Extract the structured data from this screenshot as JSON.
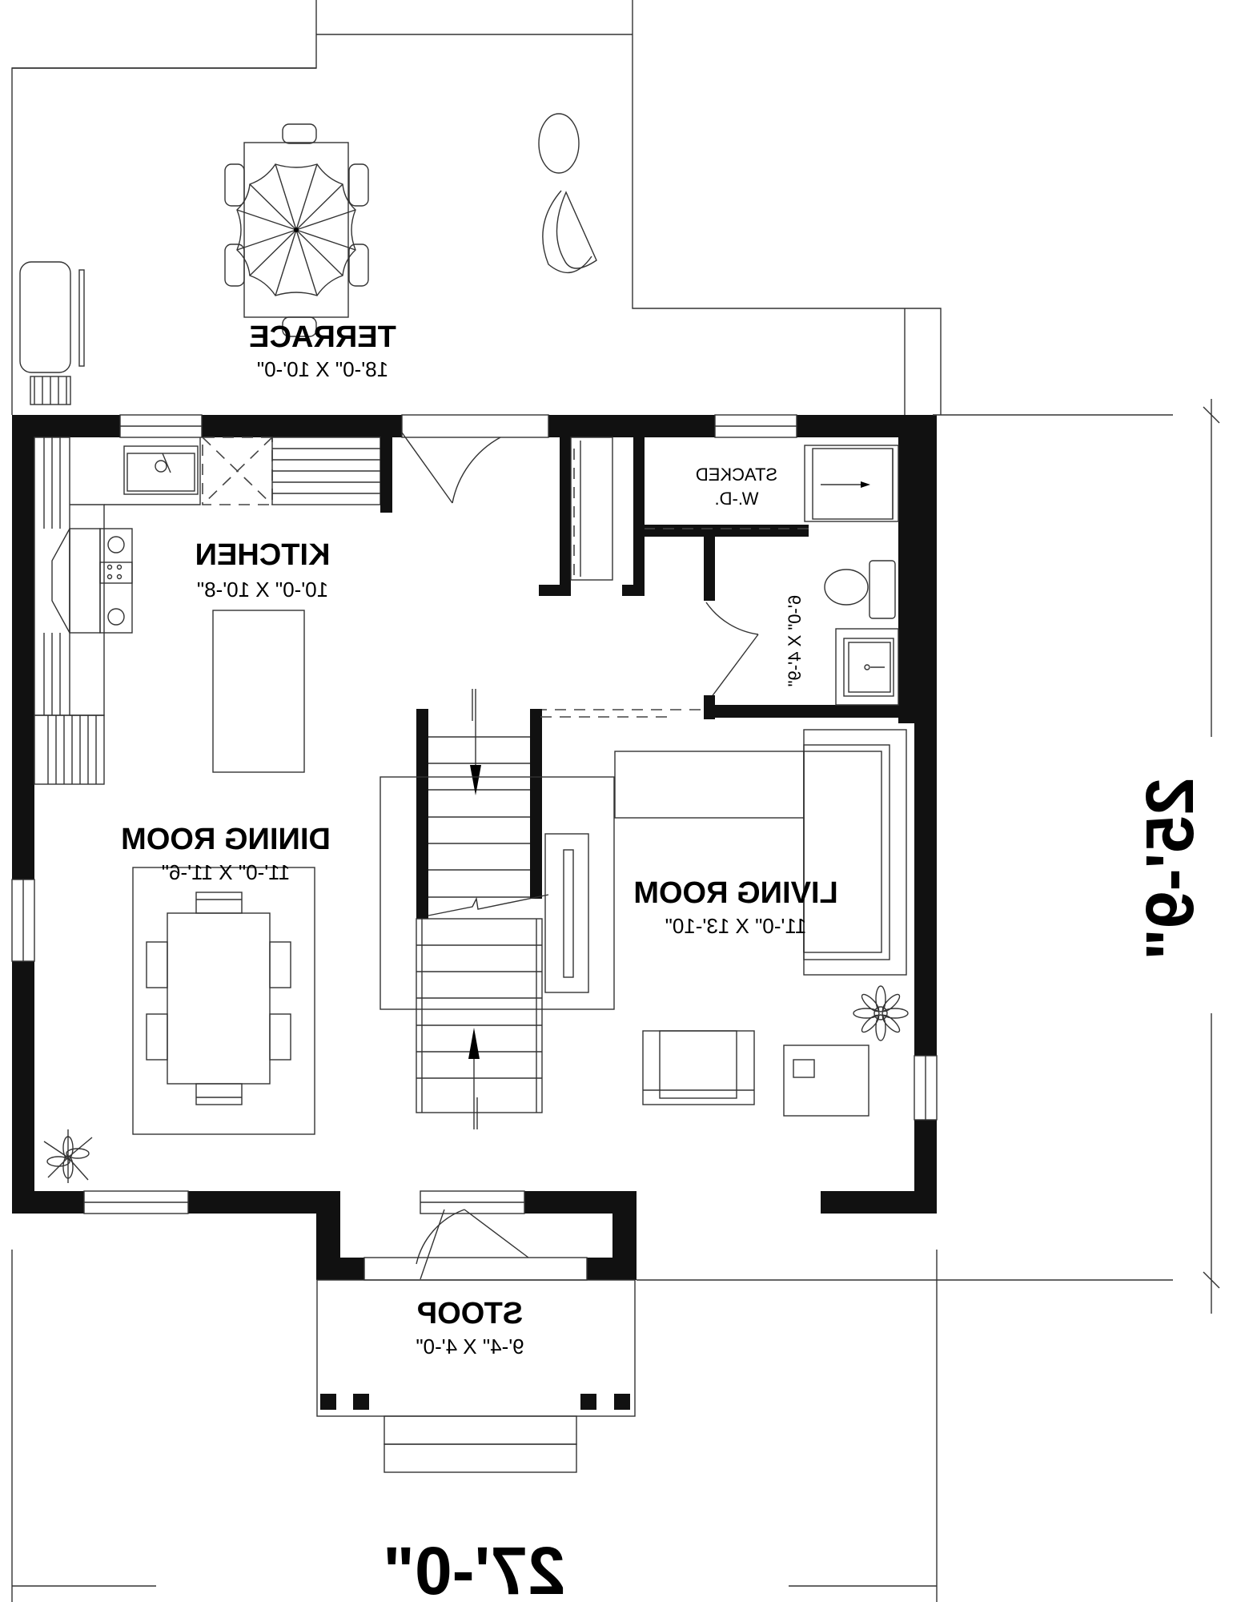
{
  "plan": {
    "mirrored": true,
    "colors": {
      "wall": "#111111",
      "line": "#222222",
      "background": "#ffffff"
    },
    "rooms": {
      "terrace": {
        "name": "TERRACE",
        "size": "18'-0\" X 10'-0\""
      },
      "kitchen": {
        "name": "KITCHEN",
        "size": "10'-0\" X 10'-8\""
      },
      "dining": {
        "name": "DINING ROOM",
        "size": "11'-0\" X 11'-6\""
      },
      "living": {
        "name": "LIVING ROOM",
        "size": "11'-0\" X 13'-10\""
      },
      "bath": {
        "size": "6'-0\" X 4'-9\""
      },
      "laundry": {
        "line1": "STACKED",
        "line2": "W.-D."
      },
      "stoop": {
        "name": "STOOP",
        "size": "9'-4\" X 4'-0\""
      }
    },
    "overall": {
      "width": "27'-0\"",
      "depth": "25'-9\""
    },
    "symbols": [
      "patio-table-umbrella-icon",
      "patio-chair-icon",
      "lounge-chair-icon",
      "side-table-icon",
      "grill-icon",
      "kitchen-sink-icon",
      "range-icon",
      "kitchen-island",
      "dining-table-icon",
      "plant-icon",
      "sofa-icon",
      "armchair-icon",
      "coffee-table-icon",
      "stair-icon",
      "toilet-icon",
      "vanity-sink-icon",
      "washer-dryer-icon",
      "fireplace-icon"
    ]
  }
}
